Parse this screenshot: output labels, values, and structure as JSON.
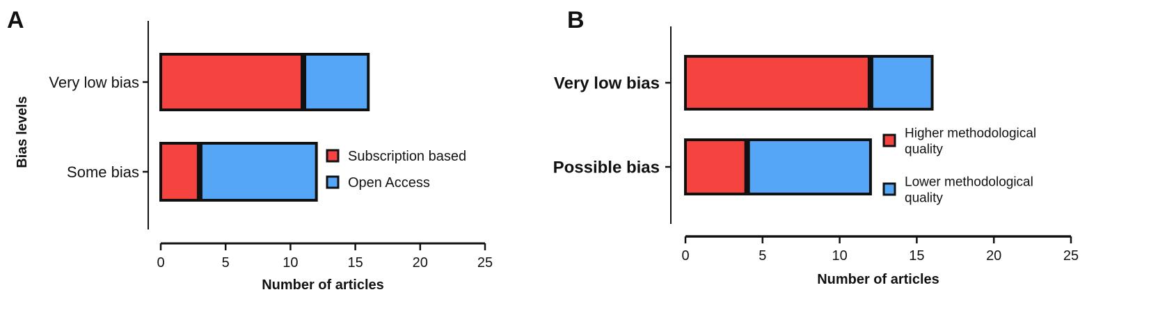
{
  "chart_data": [
    {
      "panel": "A",
      "type": "bar",
      "orientation": "horizontal",
      "stacked": true,
      "ylabel": "Bias levels",
      "xlabel": "Number of articles",
      "xlim": [
        0,
        25
      ],
      "xticks": [
        "0",
        "5",
        "10",
        "15",
        "20",
        "25"
      ],
      "categories": [
        "Very low bias",
        "Some bias"
      ],
      "series": [
        {
          "name": "Subscription based",
          "color": "#f5433f",
          "values": [
            11,
            3
          ]
        },
        {
          "name": "Open Access",
          "color": "#55a6f7",
          "values": [
            5,
            9
          ]
        }
      ],
      "legend_position": "right"
    },
    {
      "panel": "B",
      "type": "bar",
      "orientation": "horizontal",
      "stacked": true,
      "ylabel": "",
      "xlabel": "Number of articles",
      "xlim": [
        0,
        25
      ],
      "xticks": [
        "0",
        "5",
        "10",
        "15",
        "20",
        "25"
      ],
      "categories": [
        "Very low bias",
        "Possible bias"
      ],
      "series": [
        {
          "name": "Higher methodological quality",
          "legend_lines": [
            "Higher methodological",
            "quality"
          ],
          "color": "#f5433f",
          "values": [
            12,
            4
          ]
        },
        {
          "name": "Lower methodological quality",
          "legend_lines": [
            "Lower methodological",
            "quality"
          ],
          "color": "#55a6f7",
          "values": [
            4,
            8
          ]
        }
      ],
      "legend_position": "right"
    }
  ]
}
